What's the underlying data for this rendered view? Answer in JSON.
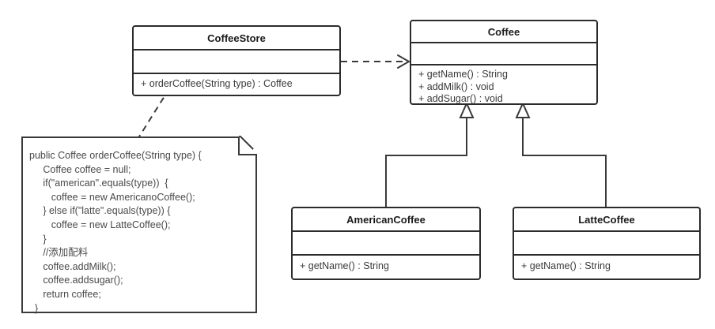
{
  "diagram": {
    "type": "uml-class-diagram",
    "title": "Coffee factory pattern class diagram",
    "background_color": "#ffffff",
    "line_color": "#3a3a3a",
    "text_color": "#3a3a3a"
  },
  "classes": {
    "coffee_store": {
      "name": "CoffeeStore",
      "attributes": [],
      "operations": [
        "+ orderCoffee(String type) : Coffee"
      ]
    },
    "coffee": {
      "name": "Coffee",
      "attributes": [],
      "operations": [
        "+ getName() : String",
        "+ addMilk() : void",
        "+ addSugar() : void"
      ]
    },
    "americano_coffee": {
      "name": "AmericanCoffee",
      "attributes": [],
      "operations": [
        "+ getName() : String"
      ]
    },
    "latte_coffee": {
      "name": "LatteCoffee",
      "attributes": [],
      "operations": [
        "+ getName() : String"
      ]
    }
  },
  "note": {
    "name": "orderCoffee-implementation-note",
    "code": "public Coffee orderCoffee(String type) {\n     Coffee coffee = null;\n     if(\"american\".equals(type))  {\n        coffee = new AmericanoCoffee();\n     } else if(\"latte\".equals(type)) {\n        coffee = new LatteCoffee();\n     }\n     //添加配料\n     coffee.addMilk();\n     coffee.addsugar();\n     return coffee;\n  }"
  },
  "relations": [
    {
      "name": "dependency-coffeestore-to-coffee",
      "kind": "dependency",
      "style": "dashed",
      "arrowhead": "open",
      "from": "CoffeeStore",
      "to": "Coffee"
    },
    {
      "name": "generalization-americancoffee-to-coffee",
      "kind": "generalization",
      "style": "solid",
      "arrowhead": "hollow-triangle",
      "from": "AmericanCoffee",
      "to": "Coffee"
    },
    {
      "name": "generalization-lattecoffee-to-coffee",
      "kind": "generalization",
      "style": "solid",
      "arrowhead": "hollow-triangle",
      "from": "LatteCoffee",
      "to": "Coffee"
    },
    {
      "name": "note-anchor-to-coffeestore",
      "kind": "note-anchor",
      "style": "dashed",
      "arrowhead": "none",
      "from": "orderCoffee-implementation-note",
      "to": "CoffeeStore"
    }
  ]
}
